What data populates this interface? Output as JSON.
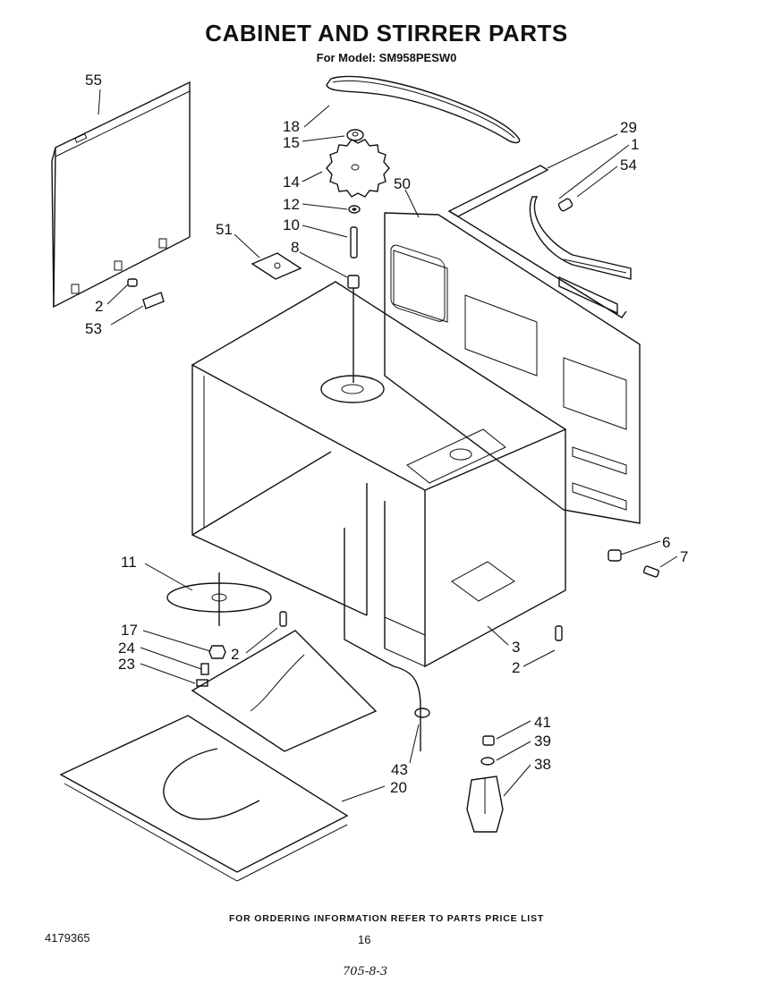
{
  "header": {
    "title": "CABINET AND STIRRER PARTS",
    "subtitle": "For Model: SM958PESW0"
  },
  "callouts": {
    "c55": "55",
    "c18": "18",
    "c15": "15",
    "c14": "14",
    "c12": "12",
    "c10": "10",
    "c8": "8",
    "c51": "51",
    "c50": "50",
    "c29": "29",
    "c1": "1",
    "c54": "54",
    "c2a": "2",
    "c53": "53",
    "c11": "11",
    "c17": "17",
    "c24": "24",
    "c23": "23",
    "c2b": "2",
    "c6": "6",
    "c7": "7",
    "c3": "3",
    "c2c": "2",
    "c41": "41",
    "c39": "39",
    "c38": "38",
    "c43": "43",
    "c20": "20"
  },
  "footer": {
    "note": "FOR ORDERING INFORMATION REFER TO PARTS PRICE LIST",
    "doc_number": "4179365",
    "page": "16",
    "handwritten": "705-8-3"
  }
}
